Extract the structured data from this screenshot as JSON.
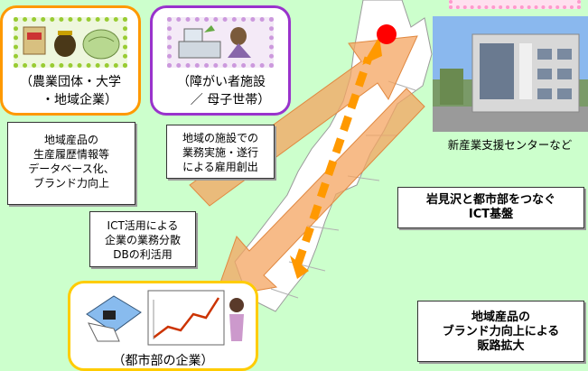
{
  "agriculture": {
    "caption_line1": "（農業団体・大学",
    "caption_line2": "・地域企業）",
    "desc": [
      "地域産品の",
      "生産履歴情報等",
      "データベース化、",
      "ブランド力向上"
    ]
  },
  "welfare": {
    "caption_line1": "（障がい者施設",
    "caption_line2": "／ 母子世帯）",
    "desc": [
      "地域の施設での",
      "業務実施・遂行",
      "による雇用創出"
    ]
  },
  "center": {
    "photo_caption": "新産業支援センターなど"
  },
  "ict_box": [
    "岩見沢と都市部をつなぐ",
    "ICT基盤"
  ],
  "ict_usage": [
    "ICT活用による",
    "企業の業務分散",
    "DBの利活用"
  ],
  "brand_box": [
    "地域産品の",
    "ブランド力向上による",
    "販路拡大"
  ],
  "city": {
    "caption": "（都市部の企業）"
  },
  "colors": {
    "background": "#ccffcc",
    "agri_border": "#ff9900",
    "welfare_border": "#9933cc",
    "arrow_fill": "#f4a460",
    "dash": "#ff9900",
    "red_dot": "#ff0000",
    "city_border": "#ffcc00"
  }
}
